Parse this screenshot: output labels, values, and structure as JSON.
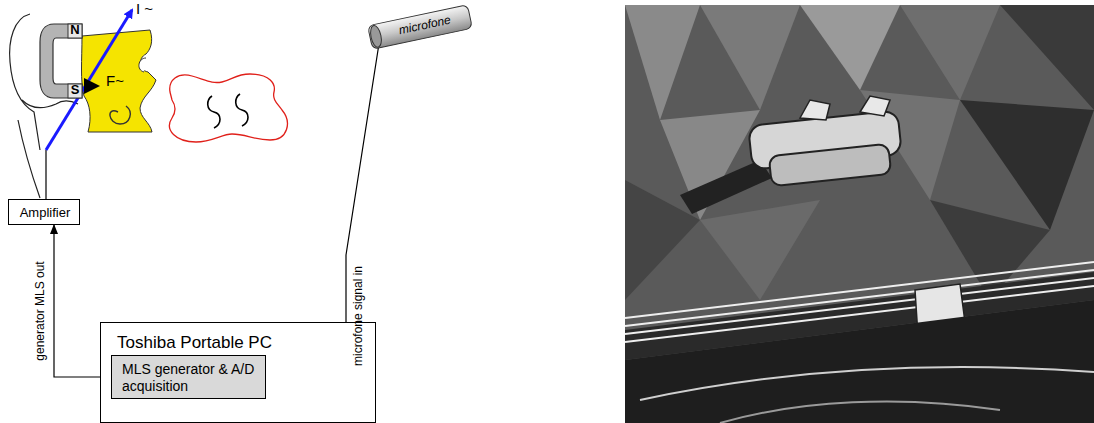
{
  "diagram": {
    "nodes": [
      {
        "text": [
          "N",
          "S"
        ]
      },
      {
        "text": [
          "microfone"
        ]
      },
      {
        "text": [
          "Amplifier"
        ]
      },
      {
        "text": [
          "Toshiba Portable PC"
        ]
      },
      {
        "text": [
          "MLS generator & A/D acquisition"
        ],
        "in": 3
      }
    ],
    "edges": [
      {
        "from": 4,
        "to": 2,
        "arrow": "to",
        "label": "generator MLS out"
      },
      {
        "from": 1,
        "to": 4,
        "arrow": "to",
        "label": "microfone signal in"
      }
    ],
    "labels": [
      "I ~",
      "F~"
    ]
  }
}
